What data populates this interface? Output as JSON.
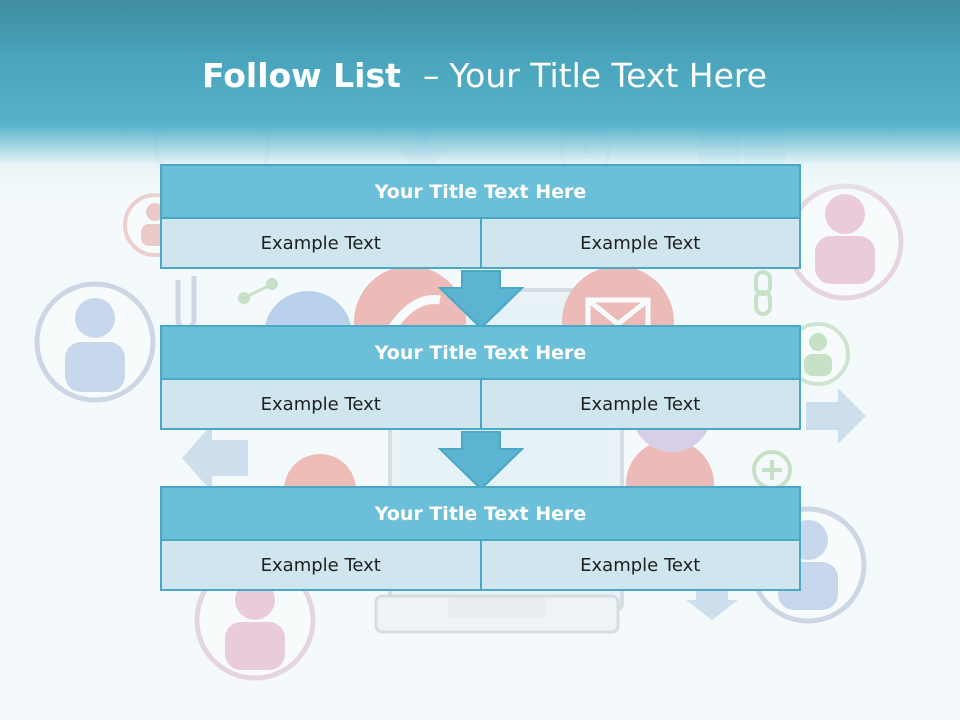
{
  "header": {
    "title_bold": "Follow List",
    "title_separator": "–",
    "title_rest": "Your Title Text Here"
  },
  "blocks": [
    {
      "title": "Your Title Text Here",
      "cells": [
        "Example Text",
        "Example Text"
      ]
    },
    {
      "title": "Your Title Text Here",
      "cells": [
        "Example Text",
        "Example Text"
      ]
    },
    {
      "title": "Your Title Text Here",
      "cells": [
        "Example Text",
        "Example Text"
      ]
    }
  ],
  "colors": {
    "header": "#4aa5bc",
    "block_title": "#6cbfd9",
    "block_cell": "#cfe6ef",
    "border": "#4aa7c6",
    "arrow": "#5ab4d2"
  },
  "background_icons": [
    "user-icon",
    "envelope-icon",
    "phone-icon",
    "globe-icon",
    "paperclip-icon",
    "chain-link-icon",
    "share-icon",
    "plus-icon",
    "arrow-left-icon",
    "arrow-right-icon",
    "arrow-down-icon",
    "laptop-icon",
    "star-icon",
    "clock-icon"
  ]
}
